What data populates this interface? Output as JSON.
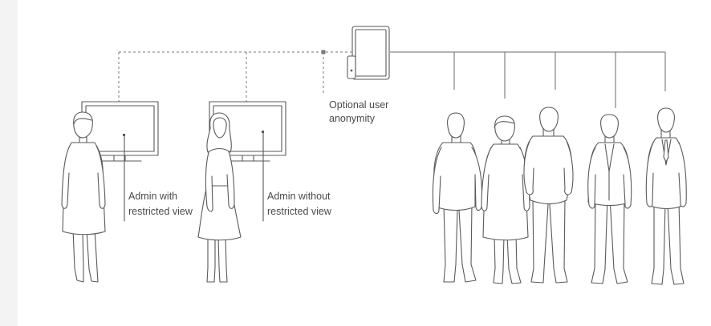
{
  "labels": {
    "anonymity_line1": "Optional user",
    "anonymity_line2": "anonymity",
    "admin_restricted_line1": "Admin with",
    "admin_restricted_line2": "restricted view",
    "admin_unrestricted_line1": "Admin without",
    "admin_unrestricted_line2": "restricted view"
  },
  "colors": {
    "background": "#f3f3f3",
    "line": "#5a5a5a",
    "fill": "#ffffff",
    "text": "#4a4a4a"
  },
  "icons": [
    "tablet-device",
    "monitor",
    "person-figure"
  ]
}
